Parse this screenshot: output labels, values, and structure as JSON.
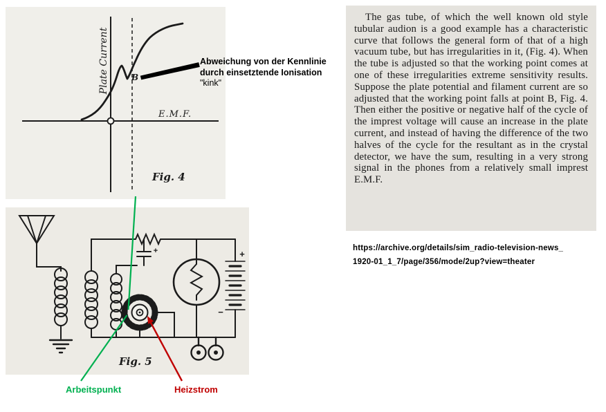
{
  "fig4": {
    "y_axis_label": "Plate Current",
    "x_axis_label": "E.M.F.",
    "point_label": "B",
    "caption": "Fig. 4"
  },
  "annotation": {
    "line1": "Abweichung von der Kennlinie",
    "line2": "durch einsetztende Ionisation",
    "line3": "\"kink\""
  },
  "fig5": {
    "caption": "Fig. 5",
    "battery_plus": "+",
    "battery_minus": "−",
    "cap_plus": "+"
  },
  "callouts": {
    "arbeitspunkt": {
      "label": "Arbeitspunkt",
      "color": "#00B050"
    },
    "heizstrom": {
      "label": "Heizstrom",
      "color": "#C00000"
    }
  },
  "article": {
    "text": "The gas tube, of which the well known old style tubular audion is a good example has a characteristic curve that follows the general form of that of a high vacuum tube, but has irregularities in it, (Fig. 4). When the tube is adjusted so that the working point comes at one of these irregularities extreme sensitivity results. Suppose the plate potential and filament current are so adjusted that the working point falls at point B, Fig. 4. Then either the positive or negative half of the cycle of the imprest voltage will cause an increase in the plate current, and instead of having the difference of the two halves of the cycle for the resultant as in the crystal detector, we have the sum, resulting in a very strong signal in the phones from a relatively small imprest E.M.F."
  },
  "source": {
    "line1": "https://archive.org/details/sim_radio-television-news_",
    "line2": "1920-01_1_7/page/356/mode/2up?view=theater"
  },
  "colors": {
    "green": "#00B050",
    "red": "#C00000",
    "ink": "#1b1b1b"
  }
}
